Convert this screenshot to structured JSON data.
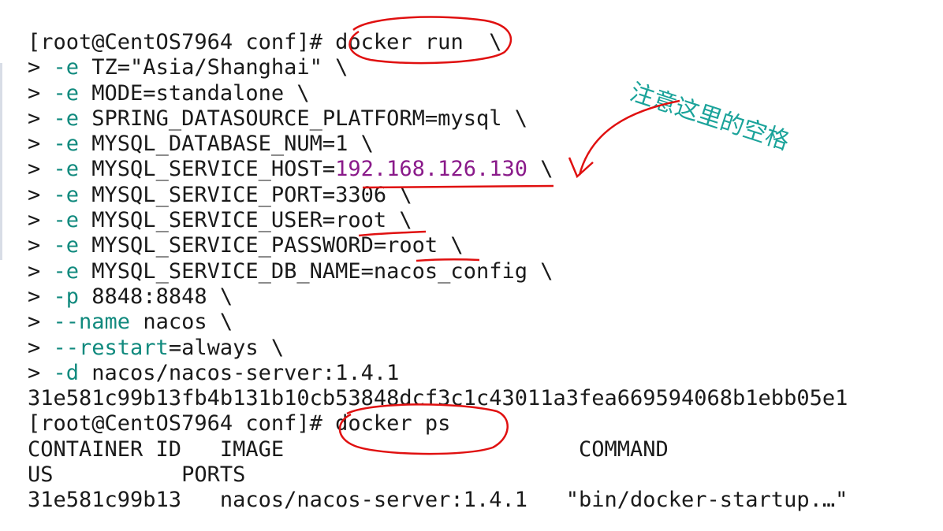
{
  "terminal": {
    "lines": [
      {
        "parts": [
          {
            "t": "[root@CentOS7964 conf]# ",
            "c": "prompt"
          },
          {
            "t": "docker run",
            "c": "cmd"
          },
          {
            "t": "  \\",
            "c": "cmd"
          }
        ]
      },
      {
        "parts": [
          {
            "t": "> ",
            "c": "prompt"
          },
          {
            "t": "-e",
            "c": "flag"
          },
          {
            "t": " TZ=\"Asia/Shanghai\" \\",
            "c": "cmd"
          }
        ]
      },
      {
        "parts": [
          {
            "t": "> ",
            "c": "prompt"
          },
          {
            "t": "-e",
            "c": "flag"
          },
          {
            "t": " MODE=standalone \\",
            "c": "cmd"
          }
        ]
      },
      {
        "parts": [
          {
            "t": "> ",
            "c": "prompt"
          },
          {
            "t": "-e",
            "c": "flag"
          },
          {
            "t": " SPRING_DATASOURCE_PLATFORM=mysql \\",
            "c": "cmd"
          }
        ]
      },
      {
        "parts": [
          {
            "t": "> ",
            "c": "prompt"
          },
          {
            "t": "-e",
            "c": "flag"
          },
          {
            "t": " MYSQL_DATABASE_NUM=1 \\",
            "c": "cmd"
          }
        ]
      },
      {
        "parts": [
          {
            "t": "> ",
            "c": "prompt"
          },
          {
            "t": "-e",
            "c": "flag"
          },
          {
            "t": " MYSQL_SERVICE_HOST=",
            "c": "cmd"
          },
          {
            "t": "192.168.126.130",
            "c": "ip"
          },
          {
            "t": " \\",
            "c": "cmd"
          }
        ]
      },
      {
        "parts": [
          {
            "t": "> ",
            "c": "prompt"
          },
          {
            "t": "-e",
            "c": "flag"
          },
          {
            "t": " MYSQL_SERVICE_PORT=3306 \\",
            "c": "cmd"
          }
        ]
      },
      {
        "parts": [
          {
            "t": "> ",
            "c": "prompt"
          },
          {
            "t": "-e",
            "c": "flag"
          },
          {
            "t": " MYSQL_SERVICE_USER=root \\",
            "c": "cmd"
          }
        ]
      },
      {
        "parts": [
          {
            "t": "> ",
            "c": "prompt"
          },
          {
            "t": "-e",
            "c": "flag"
          },
          {
            "t": " MYSQL_SERVICE_PASSWORD=root \\",
            "c": "cmd"
          }
        ]
      },
      {
        "parts": [
          {
            "t": "> ",
            "c": "prompt"
          },
          {
            "t": "-e",
            "c": "flag"
          },
          {
            "t": " MYSQL_SERVICE_DB_NAME=nacos_config \\",
            "c": "cmd"
          }
        ]
      },
      {
        "parts": [
          {
            "t": "> ",
            "c": "prompt"
          },
          {
            "t": "-p",
            "c": "flag"
          },
          {
            "t": " 8848:8848 \\",
            "c": "cmd"
          }
        ]
      },
      {
        "parts": [
          {
            "t": "> ",
            "c": "prompt"
          },
          {
            "t": "--name",
            "c": "flag"
          },
          {
            "t": " nacos \\",
            "c": "cmd"
          }
        ]
      },
      {
        "parts": [
          {
            "t": "> ",
            "c": "prompt"
          },
          {
            "t": "--restart",
            "c": "flag"
          },
          {
            "t": "=always \\",
            "c": "cmd"
          }
        ]
      },
      {
        "parts": [
          {
            "t": "> ",
            "c": "prompt"
          },
          {
            "t": "-d",
            "c": "flag"
          },
          {
            "t": " nacos/nacos-server:1.4.1",
            "c": "cmd"
          }
        ]
      },
      {
        "parts": [
          {
            "t": "31e581c99b13fb4b131b10cb53848dcf3c1c43011a3fea669594068b1ebb05e1",
            "c": "cmd"
          }
        ]
      },
      {
        "parts": [
          {
            "t": "[root@CentOS7964 conf]# ",
            "c": "prompt"
          },
          {
            "t": "docker ps",
            "c": "cmd"
          }
        ]
      },
      {
        "parts": [
          {
            "t": "CONTAINER ID   IMAGE                       COMMAND",
            "c": "cmd"
          }
        ]
      },
      {
        "parts": [
          {
            "t": "US          PORTS",
            "c": "cmd"
          }
        ]
      },
      {
        "parts": [
          {
            "t": "31e581c99b13   nacos/nacos-server:1.4.1   \"bin/docker-startup.…\"",
            "c": "cmd"
          }
        ]
      }
    ]
  },
  "annotation": {
    "text": "注意这里的空格",
    "color": "#1aa39a"
  },
  "colors": {
    "flag": "#118a7e",
    "ip": "#8a1a8a",
    "markup": "#e01010"
  }
}
